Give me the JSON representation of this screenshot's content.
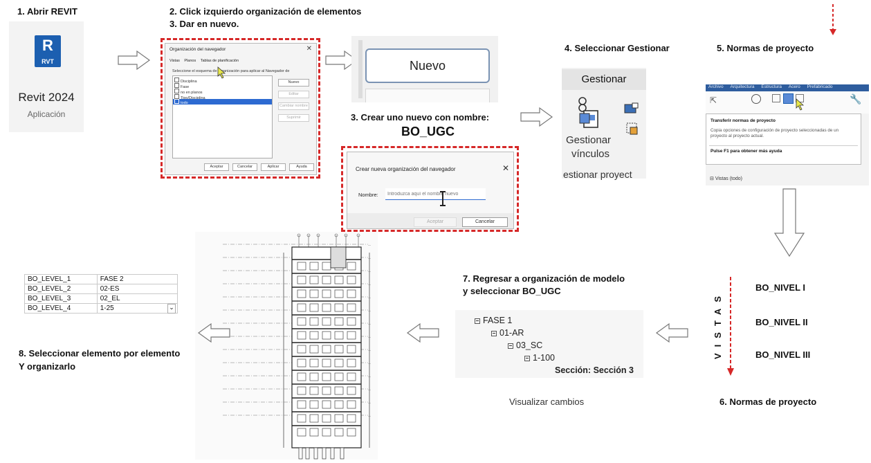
{
  "steps": {
    "s1": "1. Abrir REVIT",
    "s2": "2. Click izquierdo organización de elementos",
    "s3a": "3. Dar en nuevo.",
    "s3b": "3. Crear uno nuevo con nombre:",
    "s3b_name": "BO_UGC",
    "s4": "4. Seleccionar Gestionar",
    "s5": "5. Normas de proyecto",
    "s6": "6. Normas de proyecto",
    "s7a": "7. Regresar a organización de modelo",
    "s7b": " y seleccionar BO_UGC",
    "s8a": "8. Seleccionar elemento por elemento",
    "s8b": "Y organizarlo",
    "visualizar": "Visualizar cambios"
  },
  "revit": {
    "badge_letter": "R",
    "badge_sub": "RVT",
    "name": "Revit 2024",
    "type": "Aplicación"
  },
  "nav_dialog": {
    "title": "Organización del navegador",
    "tabs": [
      "Vistas",
      "Planos",
      "Tablas de planificación"
    ],
    "instruction": "Seleccione el esquema de organización para aplicar al Navegador de",
    "items": [
      "Disciplina",
      "Fase",
      "no en planos",
      "Tipo/Disciplina",
      "todo"
    ],
    "side_buttons": [
      "Nuevo",
      "Editar",
      "Cambiar nombre",
      "Suprimir"
    ],
    "bottom_buttons": [
      "Aceptar",
      "Cancelar",
      "Aplicar",
      "Ayuda"
    ]
  },
  "nuevo_zoom": {
    "label": "Nuevo"
  },
  "new_dialog": {
    "title": "Crear nueva organización del navegador",
    "field_label": "Nombre:",
    "placeholder": "Introduzca aquí el nombre nuevo",
    "ok": "Aceptar",
    "cancel": "Cancelar"
  },
  "gestionar": {
    "tab": "Gestionar",
    "vinc1": "Gestionar",
    "vinc2": "vínculos",
    "panel": "estionar proyect"
  },
  "ribbon": {
    "tabs": [
      "Archivo",
      "Arquitectura",
      "Estructura",
      "Acero",
      "Prefabricado"
    ],
    "tooltip_title": "Transferir normas de proyecto",
    "tooltip_desc": "Copia opciones de configuración de proyecto seleccionadas de un proyecto al proyecto actual.",
    "tooltip_help": "Pulse F1 para obtener más ayuda",
    "browser_item": "Vistas (todo)"
  },
  "vistas": {
    "letters": "VISTAS",
    "levels": [
      "BO_NIVEL I",
      "BO_NIVEL II",
      "BO_NIVEL III"
    ]
  },
  "tree": {
    "items": [
      "FASE 1",
      "01-AR",
      "03_SC",
      "1-100",
      "Sección: Sección 3"
    ]
  },
  "params": {
    "rows": [
      [
        "BO_LEVEL_1",
        "FASE 2"
      ],
      [
        "BO_LEVEL_2",
        "02-ES"
      ],
      [
        "BO_LEVEL_3",
        "02_EL"
      ],
      [
        "BO_LEVEL_4",
        "1-25"
      ]
    ]
  },
  "colors": {
    "accent_red": "#d62828",
    "revit_blue": "#1c5fb0"
  },
  "icons": [
    "right-arrow-icon",
    "left-arrow-icon",
    "down-arrow-icon",
    "cursor-icon",
    "text-cursor-icon",
    "link-icon"
  ]
}
